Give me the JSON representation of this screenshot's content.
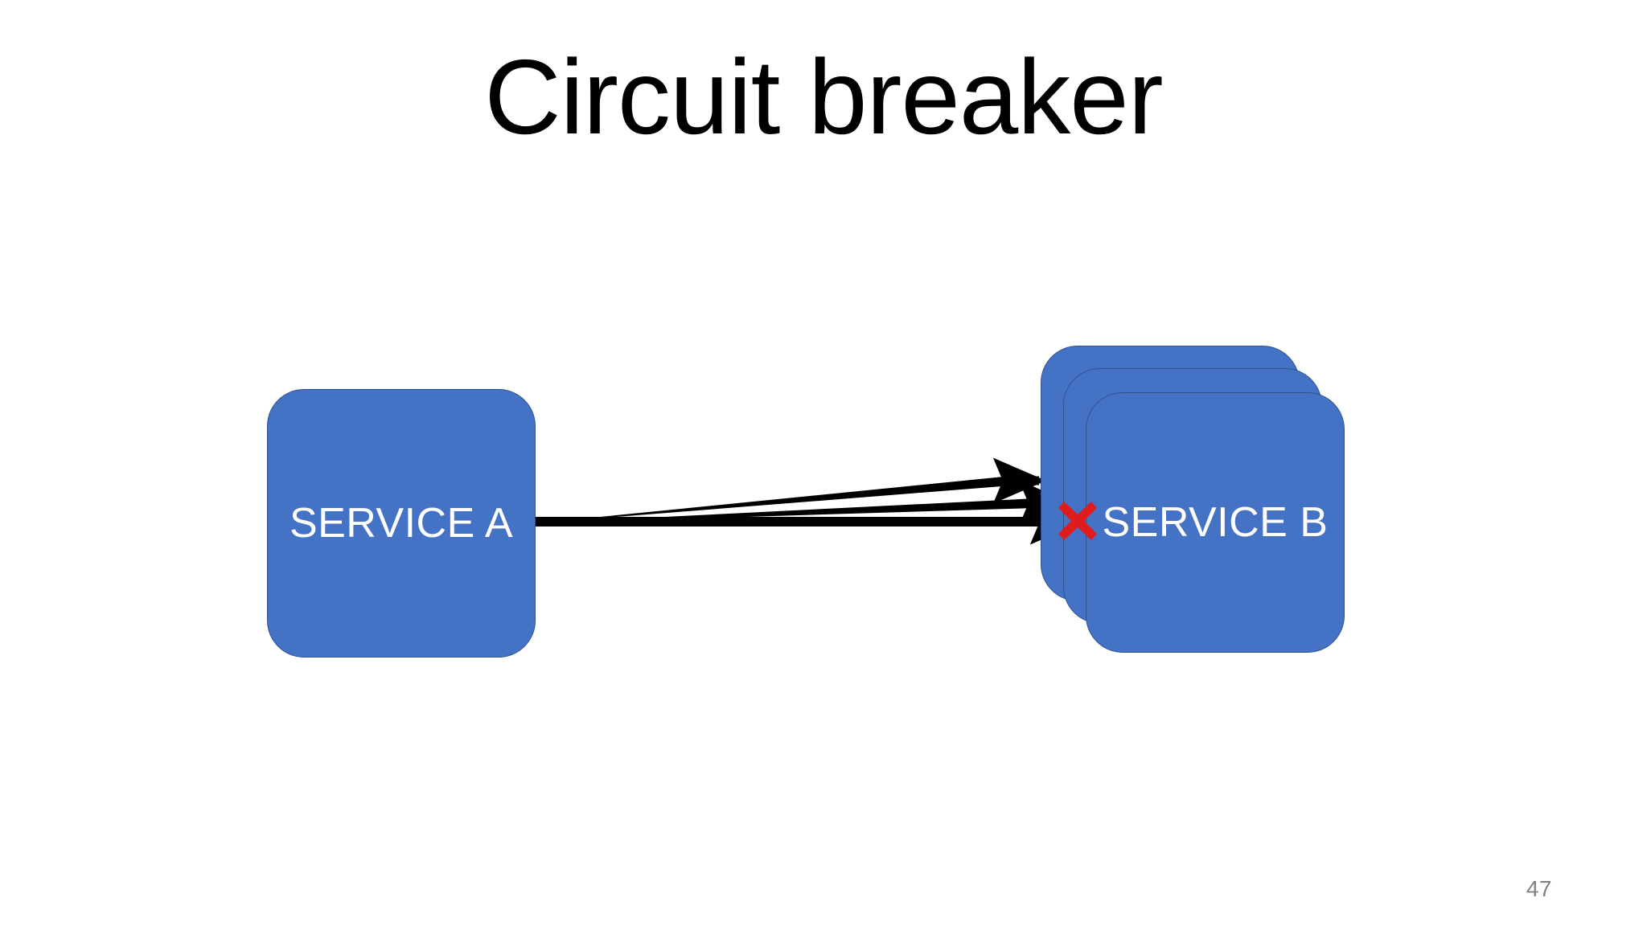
{
  "slide": {
    "title": "Circuit breaker",
    "page_number": "47",
    "background_color": "#FFFFFF",
    "title_color": "#000000",
    "page_number_color": "#808080"
  },
  "diagram": {
    "type": "service-call-diagram",
    "nodes": [
      {
        "id": "service-a",
        "label": "SERVICE A",
        "shape": "rounded-rectangle",
        "fill": "#4472C4",
        "stroke": "#2F528F",
        "text_color": "#FFFFFF",
        "instances": 1
      },
      {
        "id": "service-b",
        "label": "SERVICE B",
        "shape": "stacked-rounded-rectangle",
        "fill": "#4472C4",
        "stroke": "#2F528F",
        "text_color": "#FFFFFF",
        "instances": 3
      }
    ],
    "connections": [
      {
        "id": "call-1",
        "from": "service-a",
        "to": "service-b",
        "style": "arrow",
        "color": "#000000"
      },
      {
        "id": "call-2",
        "from": "service-a",
        "to": "service-b",
        "style": "arrow",
        "color": "#000000"
      },
      {
        "id": "call-3",
        "from": "service-a",
        "to": "service-b",
        "style": "arrow",
        "color": "#000000"
      }
    ],
    "markers": [
      {
        "id": "failure-marker",
        "name": "red-x-failure",
        "glyph": "x-cross",
        "color": "#E01B1B",
        "on": "service-b"
      }
    ]
  }
}
